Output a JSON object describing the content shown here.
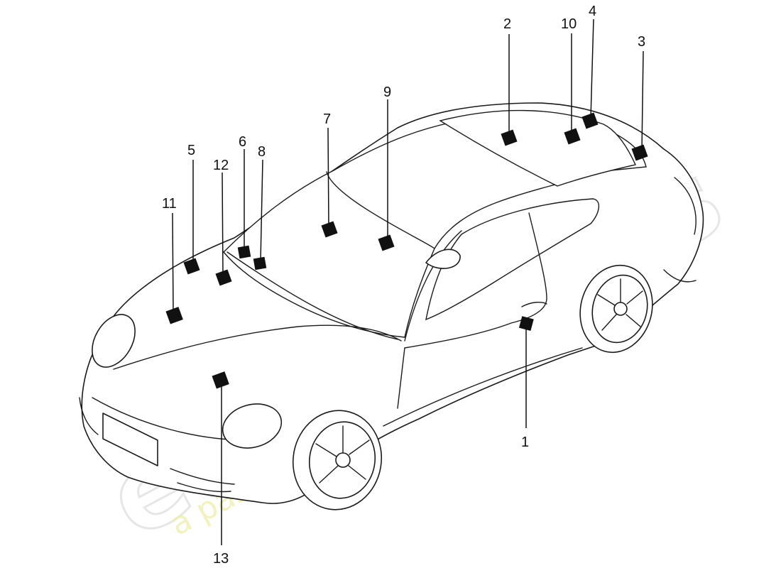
{
  "watermark": {
    "brand": "eurospares",
    "tagline": "a passion for parts since 1985"
  },
  "callouts": [
    {
      "id": "1",
      "label": "1"
    },
    {
      "id": "2",
      "label": "2"
    },
    {
      "id": "3",
      "label": "3"
    },
    {
      "id": "4",
      "label": "4"
    },
    {
      "id": "5",
      "label": "5"
    },
    {
      "id": "6",
      "label": "6"
    },
    {
      "id": "7",
      "label": "7"
    },
    {
      "id": "8",
      "label": "8"
    },
    {
      "id": "9",
      "label": "9"
    },
    {
      "id": "10",
      "label": "10"
    },
    {
      "id": "11",
      "label": "11"
    },
    {
      "id": "12",
      "label": "12"
    },
    {
      "id": "13",
      "label": "13"
    }
  ],
  "colors": {
    "marker": "#111111",
    "outline": "#1a1a1a",
    "watermark_brand": "#d2d2d2",
    "watermark_tagline": "#eeeea8"
  }
}
